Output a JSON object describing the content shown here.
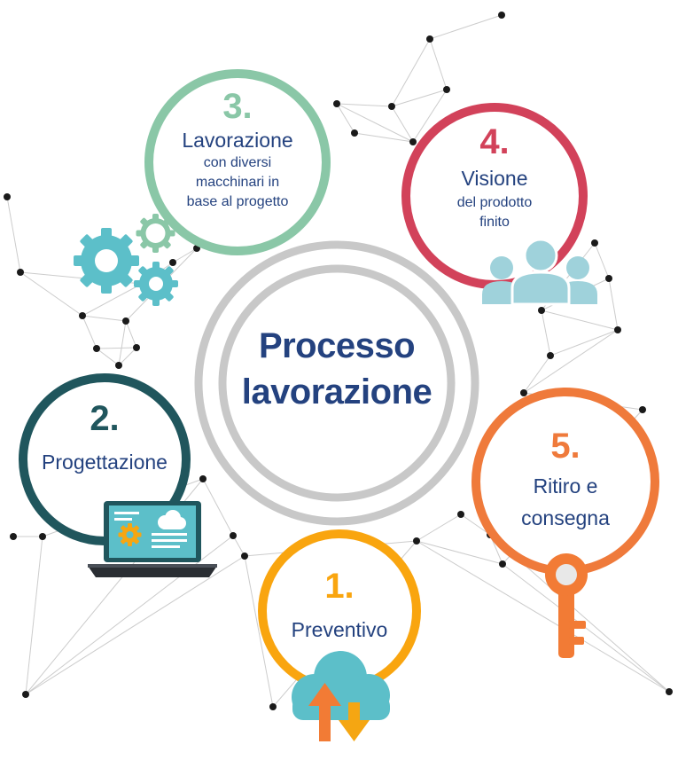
{
  "center": {
    "line1": "Processo",
    "line2": "lavorazione"
  },
  "steps": [
    {
      "number": "1.",
      "title": "Preventivo",
      "subtitle": "",
      "color": "#f9a50f",
      "icon": "cloud-upload-download-icon"
    },
    {
      "number": "2.",
      "title": "Progettazione",
      "subtitle": "",
      "color": "#20565d",
      "icon": "laptop-icon"
    },
    {
      "number": "3.",
      "title": "Lavorazione",
      "subtitle": "con diversi macchinari in base al progetto",
      "color": "#8ac7a7",
      "icon": "gears-icon"
    },
    {
      "number": "4.",
      "title": "Visione",
      "subtitle": "del prodotto finito",
      "color": "#d2425a",
      "icon": "people-icon"
    },
    {
      "number": "5.",
      "title": "Ritiro e consegna",
      "subtitle": "",
      "color": "#ef7a3b",
      "icon": "key-icon"
    }
  ],
  "colors": {
    "title": "#24427f",
    "center_ring": "#c8c8c8",
    "network": "#cccccc",
    "node": "#1a1a1a",
    "icon_teal": "#5cbfc9",
    "icon_orange": "#f27b35",
    "icon_gold": "#f5a612"
  }
}
